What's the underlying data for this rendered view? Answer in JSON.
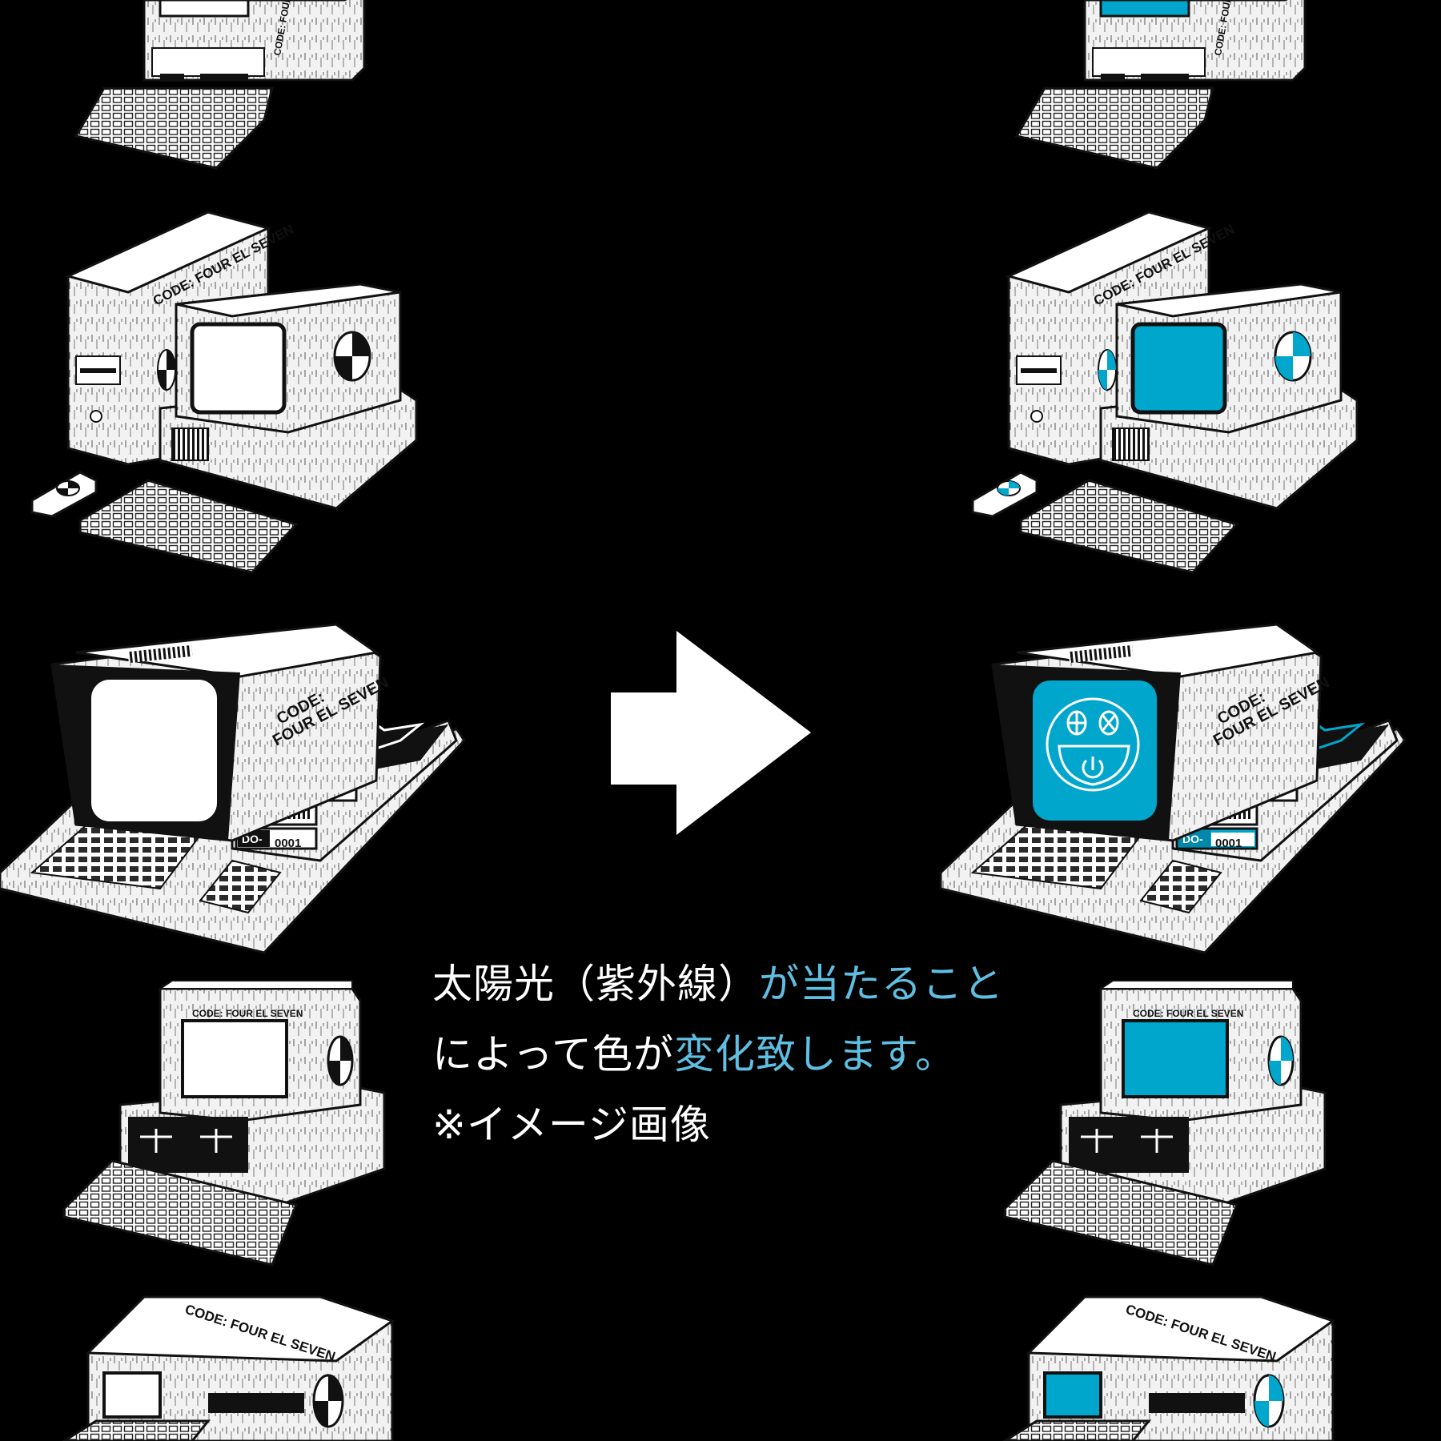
{
  "colors": {
    "background": "#000000",
    "print": "#ffffff",
    "uv_accent": "#00a6cc",
    "caption_accent": "#5ebfe3"
  },
  "printed_text": {
    "brand": "CODE: FOUR EL SEVEN",
    "brand_line1": "CODE:",
    "brand_line2": "FOUR EL SEVEN",
    "serial_prefix": "DO-",
    "serial_number": "0001"
  },
  "caption": {
    "line1_white": "太陽光（紫外線）",
    "line1_blue": "が当たること",
    "line2_white": "によって色が",
    "line2_blue": "変化致します。",
    "line3": "※イメージ画像"
  },
  "icons": {
    "arrow": "right-arrow-icon",
    "screen_face": "power-face-icon"
  }
}
